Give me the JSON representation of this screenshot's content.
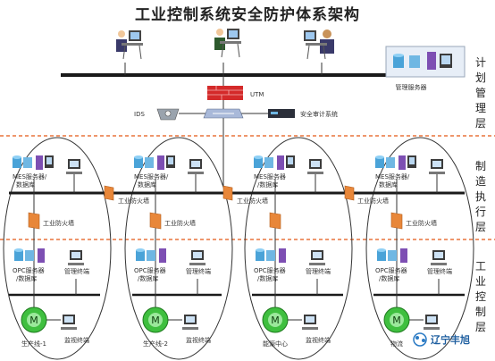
{
  "title": "工业控制系统安全防护体系架构",
  "layers": {
    "planning": "计划管理层",
    "manufacturing": "制造执行层",
    "control": "工业控制层"
  },
  "top": {
    "mgmt_server": "管理服务器",
    "utm": "UTM",
    "ids": "IDS",
    "audit": "安全审计系统"
  },
  "zones": [
    {
      "mes_line1": "MES服务器/",
      "mes_line2": "数据库",
      "fw": "工业防火墙",
      "opc_line1": "OPC服务器",
      "opc_line2": "/数据库",
      "term": "管理终端",
      "motor": "M",
      "prod": "生产线-1",
      "monitor": "监视终端"
    },
    {
      "mes_line1": "MES服务器/",
      "mes_line2": "数据库",
      "fw": "工业防火墙",
      "opc_line1": "OPC服务器",
      "opc_line2": "/数据库",
      "term": "管理终端",
      "motor": "M",
      "prod": "生产线-2",
      "monitor": "监视终端"
    },
    {
      "mes_line1": "MES服务器",
      "mes_line2": "/数据库",
      "fw": "",
      "opc_line1": "OPC服务器",
      "opc_line2": "/数据库",
      "term": "管理终端",
      "motor": "M",
      "prod": "能源中心",
      "monitor": "监视终端"
    },
    {
      "mes_line1": "MES服务器/",
      "mes_line2": "数据库",
      "fw": "工业防火墙",
      "opc_line1": "OPC服务器",
      "opc_line2": "/数据库",
      "term": "管理终端",
      "motor": "M",
      "prod": "物流",
      "monitor": ""
    }
  ],
  "watermark": "辽宁丰旭",
  "colors": {
    "divider": "#e8743b",
    "bus": "#1a1a1a",
    "motor": "#3fbf3f",
    "firewall": "#e8873a",
    "utm": "#d42a2a"
  }
}
